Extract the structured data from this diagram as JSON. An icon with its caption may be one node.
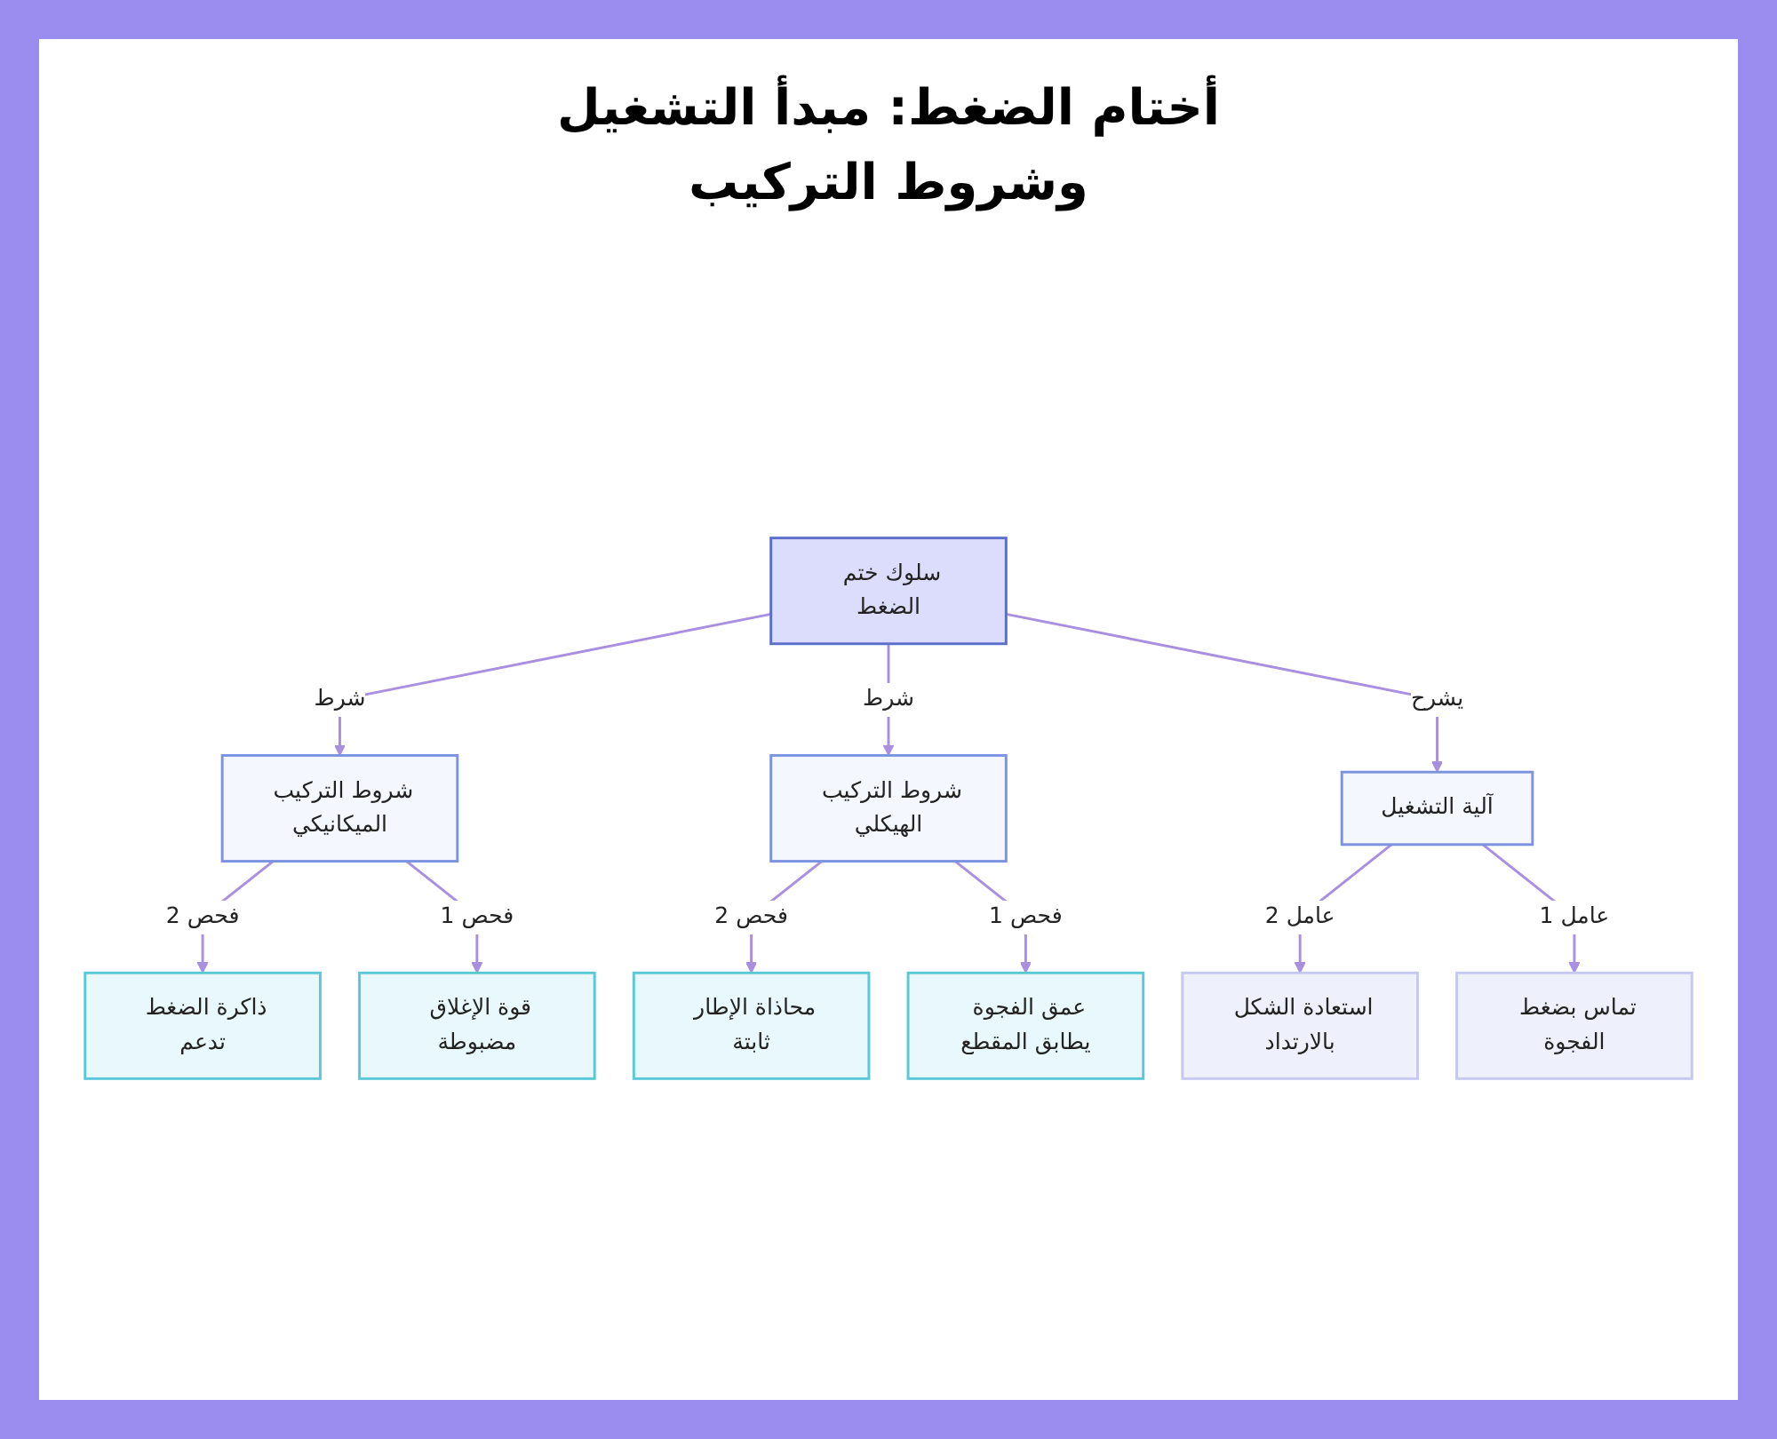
{
  "diagram": {
    "title": "أختام الضغط: مبدأ التشغيل وشروط التركيب",
    "nodes": [
      {
        "text": [
          "سلوك ختم الضغط"
        ]
      },
      {
        "text": [
          "آلية التشغيل"
        ]
      },
      {
        "text": [
          "شروط التركيب الهيكلي"
        ]
      },
      {
        "text": [
          "شروط التركيب الميكانيكي"
        ]
      },
      {
        "text": [
          "تماس بضغط الفجوة"
        ]
      },
      {
        "text": [
          "استعادة الشكل بالارتداد"
        ]
      },
      {
        "text": [
          "عمق الفجوة يطابق المقطع"
        ]
      },
      {
        "text": [
          "محاذاة الإطار ثابتة"
        ]
      },
      {
        "text": [
          "قوة الإغلاق مضبوطة"
        ]
      },
      {
        "text": [
          "ذاكرة الضغط تدعم"
        ]
      }
    ],
    "edges": [
      {
        "from": 0,
        "to": 3,
        "arrow": "to",
        "label": "شرط"
      },
      {
        "from": 0,
        "to": 2,
        "arrow": "to",
        "label": "شرط"
      },
      {
        "from": 0,
        "to": 1,
        "arrow": "to",
        "label": "يشرح"
      },
      {
        "from": 3,
        "to": 9,
        "arrow": "to",
        "label": "فحص 2"
      },
      {
        "from": 3,
        "to": 8,
        "arrow": "to",
        "label": "فحص 1"
      },
      {
        "from": 2,
        "to": 7,
        "arrow": "to",
        "label": "فحص 2"
      },
      {
        "from": 2,
        "to": 6,
        "arrow": "to",
        "label": "فحص 1"
      },
      {
        "from": 1,
        "to": 5,
        "arrow": "to",
        "label": "عامل 2"
      },
      {
        "from": 1,
        "to": 4,
        "arrow": "to",
        "label": "عامل 1"
      }
    ]
  }
}
